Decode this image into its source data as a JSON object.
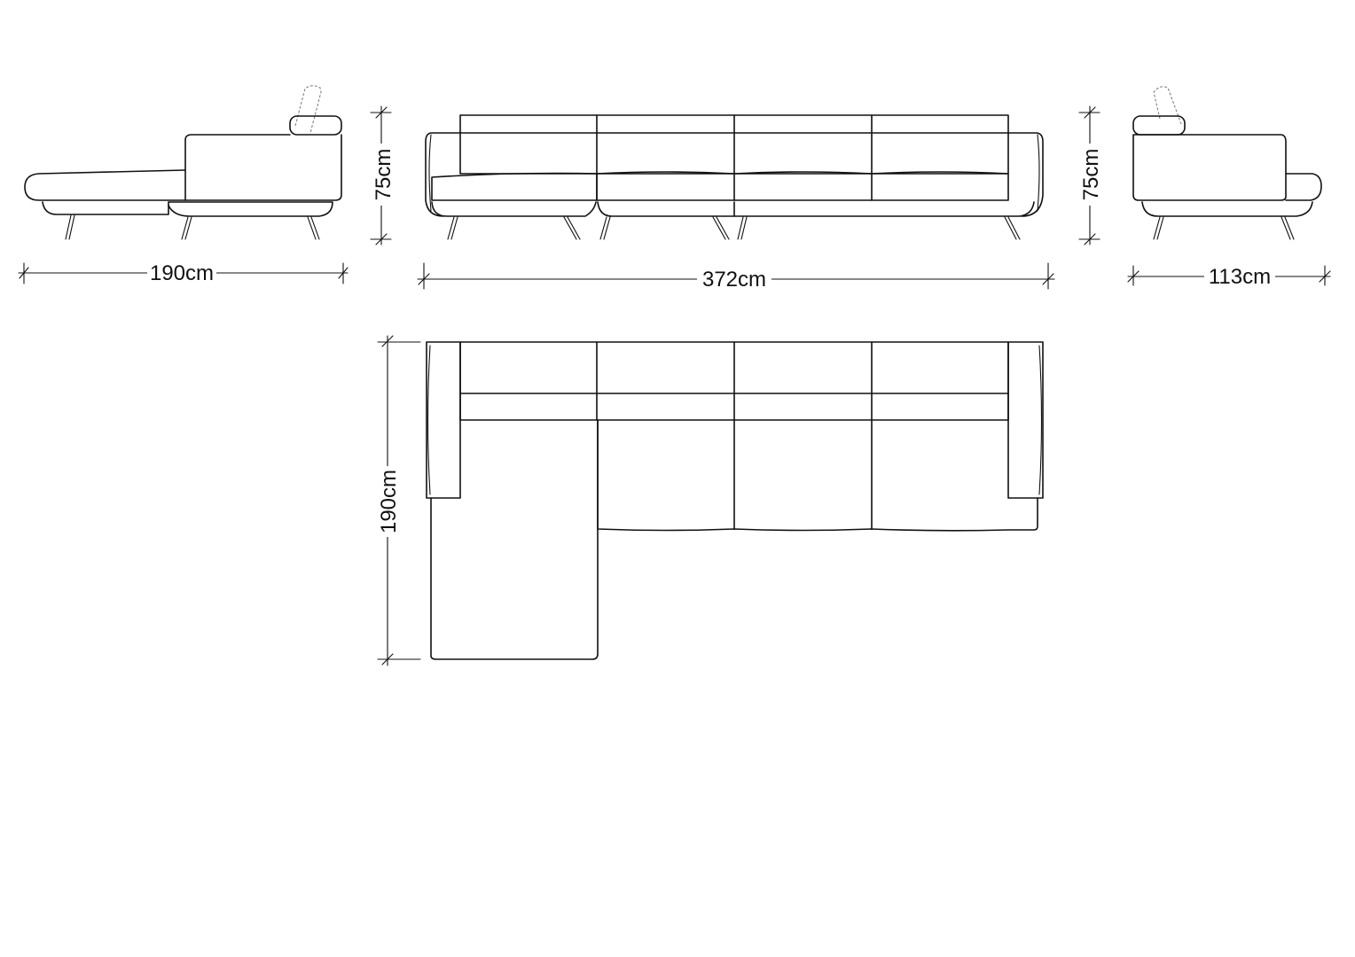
{
  "dimensions": {
    "side_left_width": "190cm",
    "side_left_height": "75cm",
    "front_width": "372cm",
    "side_right_height": "75cm",
    "side_right_width": "113cm",
    "top_depth": "190cm"
  },
  "colors": {
    "line": "#111111",
    "background": "#ffffff"
  }
}
